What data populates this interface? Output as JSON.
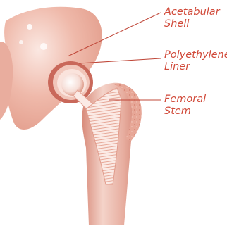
{
  "labels": {
    "acetabular_shell": [
      "Acetabular",
      "Shell"
    ],
    "polyethylene_liner": [
      "Polyethylene",
      "Liner"
    ],
    "femoral_stem": [
      "Femoral",
      "Stem"
    ]
  },
  "colors": {
    "label_text": "#d14a3a",
    "leader_line": "#c0483a",
    "bone_fill": "#f2c9bd",
    "bone_dark": "#d9897a",
    "implant_light": "#fbeae5"
  }
}
